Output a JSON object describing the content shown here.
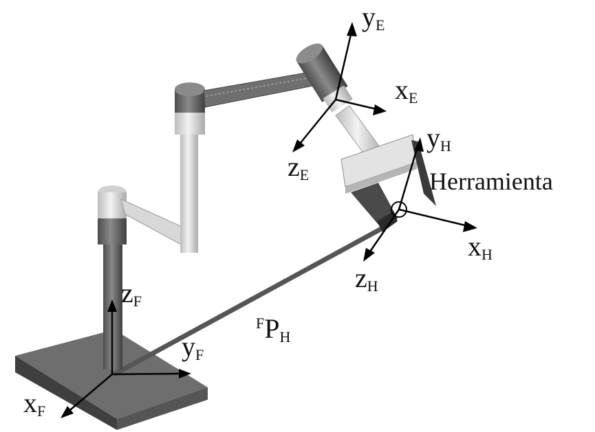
{
  "labels": {
    "yE": {
      "main": "y",
      "sub": "E"
    },
    "xE": {
      "main": "x",
      "sub": "E"
    },
    "zE": {
      "main": "z",
      "sub": "E"
    },
    "yH": {
      "main": "y",
      "sub": "H"
    },
    "xH": {
      "main": "x",
      "sub": "H"
    },
    "zH": {
      "main": "z",
      "sub": "H"
    },
    "zF": {
      "main": "z",
      "sub": "F"
    },
    "yF": {
      "main": "y",
      "sub": "F"
    },
    "xF": {
      "main": "x",
      "sub": "F"
    },
    "tool": "Herramienta",
    "vector": {
      "sup": "F",
      "main": "P",
      "sub": "H"
    }
  },
  "colors": {
    "base_top": "#6e6e6e",
    "base_side": "#4a4a4a",
    "dark_link": "#6a6a6a",
    "light_link": "#d9d9d9",
    "vector_line": "#555555",
    "axis": "#000000"
  }
}
